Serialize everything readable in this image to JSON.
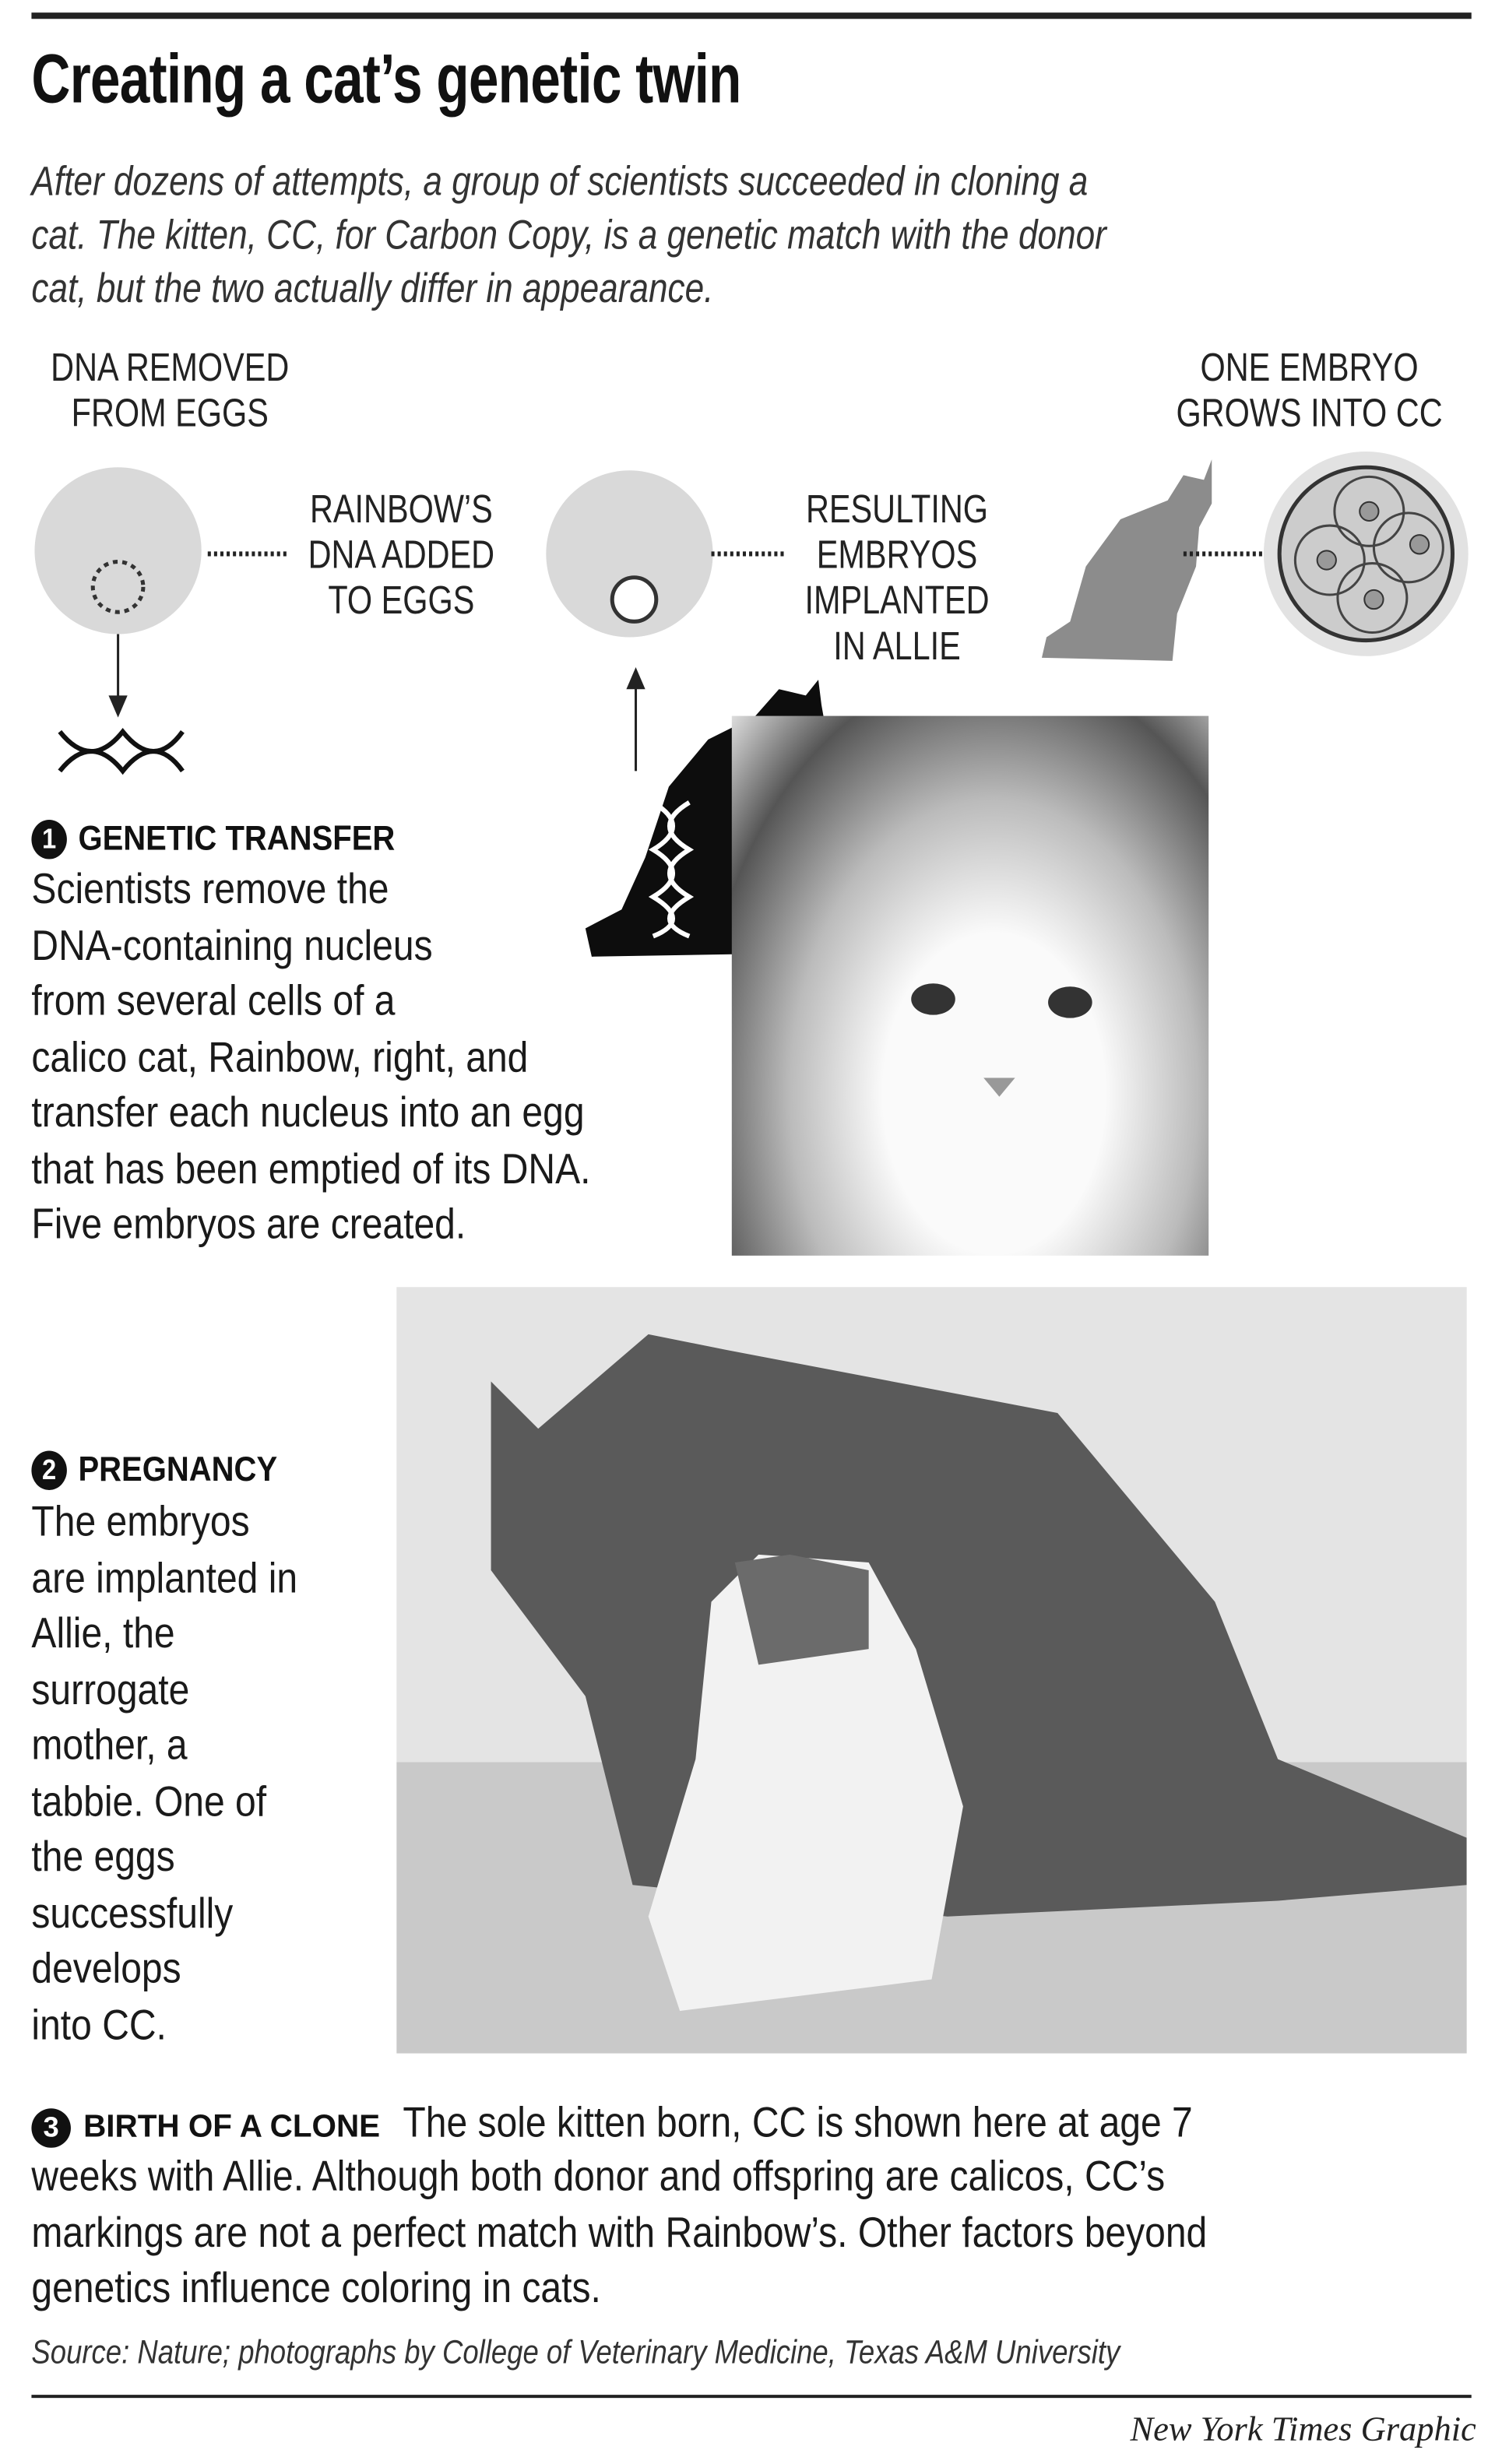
{
  "title": "Creating a cat’s genetic twin",
  "subtitle": [
    "After dozens of attempts, a group of scientists succeeded in cloning a",
    "cat. The kitten, CC, for Carbon Copy, is a genetic match with the donor",
    "cat, but the two actually differ in appearance."
  ],
  "diagram": {
    "step_a": [
      "DNA REMOVED",
      "FROM EGGS"
    ],
    "step_b": [
      "RAINBOW’S",
      "DNA ADDED",
      "TO EGGS"
    ],
    "step_c": [
      "RESULTING",
      "EMBRYOS",
      "IMPLANTED",
      "IN ALLIE"
    ],
    "step_d": [
      "ONE EMBRYO",
      "GROWS INTO CC"
    ]
  },
  "sections": [
    {
      "number": "1",
      "heading": "GENETIC TRANSFER",
      "lines": [
        "Scientists remove the",
        "DNA-containing nucleus",
        "from several cells of a",
        "calico cat, Rainbow, right, and",
        "transfer each nucleus into an egg",
        "that has been emptied of its DNA.",
        "Five embryos are created."
      ]
    },
    {
      "number": "2",
      "heading": "PREGNANCY",
      "lines": [
        "The embryos",
        "are implanted in",
        "Allie, the",
        "surrogate",
        "mother, a",
        "tabbie. One of",
        "the eggs",
        "successfully",
        "develops",
        "into CC."
      ]
    },
    {
      "number": "3",
      "heading": "BIRTH OF A CLONE",
      "lead": "The sole kitten born, CC is shown here at age 7",
      "lines": [
        "weeks with Allie. Although both donor and offspring are calicos, CC’s",
        "markings are not a perfect match with Rainbow’s. Other factors beyond",
        "genetics influence coloring in cats."
      ]
    }
  ],
  "source": "Source: Nature; photographs by College of Veterinary Medicine, Texas A&M University",
  "credit": "New York Times Graphic",
  "colors": {
    "ink": "#111111",
    "egg_fill": "#d9d9d9",
    "gray_cat": "#8c8c8c"
  }
}
